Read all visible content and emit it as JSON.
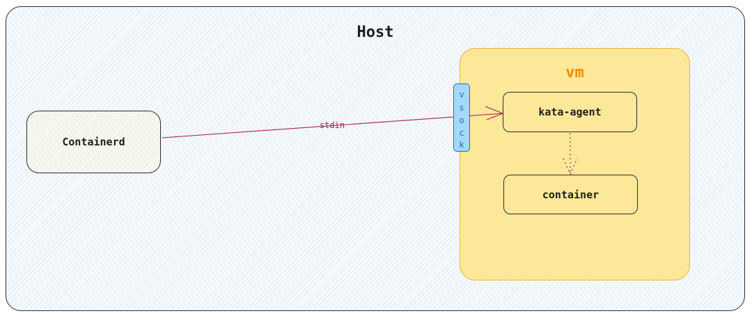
{
  "host": {
    "title": "Host"
  },
  "containerd": {
    "label": "Containerd"
  },
  "vm": {
    "title": "vm"
  },
  "kata_agent": {
    "label": "kata-agent"
  },
  "container": {
    "label": "container"
  },
  "vsock": {
    "letters": [
      "v",
      "s",
      "o",
      "c",
      "k"
    ]
  },
  "edges": {
    "stdin": {
      "label": "stdin",
      "color": "#a61e4d",
      "from": "containerd",
      "to": "kata-agent"
    },
    "agent_to_container": {
      "style": "dotted",
      "color": "#c2255c",
      "from": "kata-agent",
      "to": "container"
    }
  },
  "colors": {
    "host_fill": "#f5f9fc",
    "vm_fill": "#fde89a",
    "vm_title": "#f08c00",
    "vsock_fill": "#a5d8ff",
    "vsock_text": "#1971c2"
  }
}
